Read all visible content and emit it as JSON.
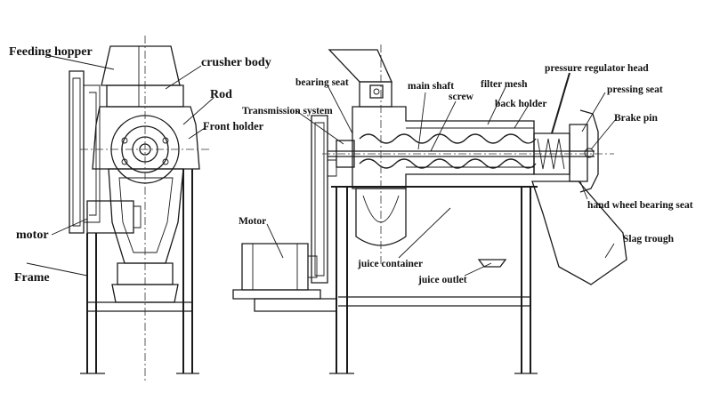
{
  "labels": {
    "feeding_hopper": "Feeding hopper",
    "crusher_body": "crusher body",
    "rod": "Rod",
    "front_holder": "Front holder",
    "motor_left": "motor",
    "frame": "Frame",
    "bearing_seat": "bearing seat",
    "transmission_system": "Transmission system",
    "main_shaft": "main shaft",
    "screw": "screw",
    "filter_mesh": "filter mesh",
    "back_holder": "back holder",
    "pressure_regulator_head": "pressure regulator head",
    "pressing_seat": "pressing seat",
    "brake_pin": "Brake pin",
    "hand_wheel_bearing_seat": "hand wheel bearing seat",
    "slag_trough": "Slag trough",
    "motor_right": "Motor",
    "juice_container": "juice container",
    "juice_outlet": "juice outlet"
  }
}
